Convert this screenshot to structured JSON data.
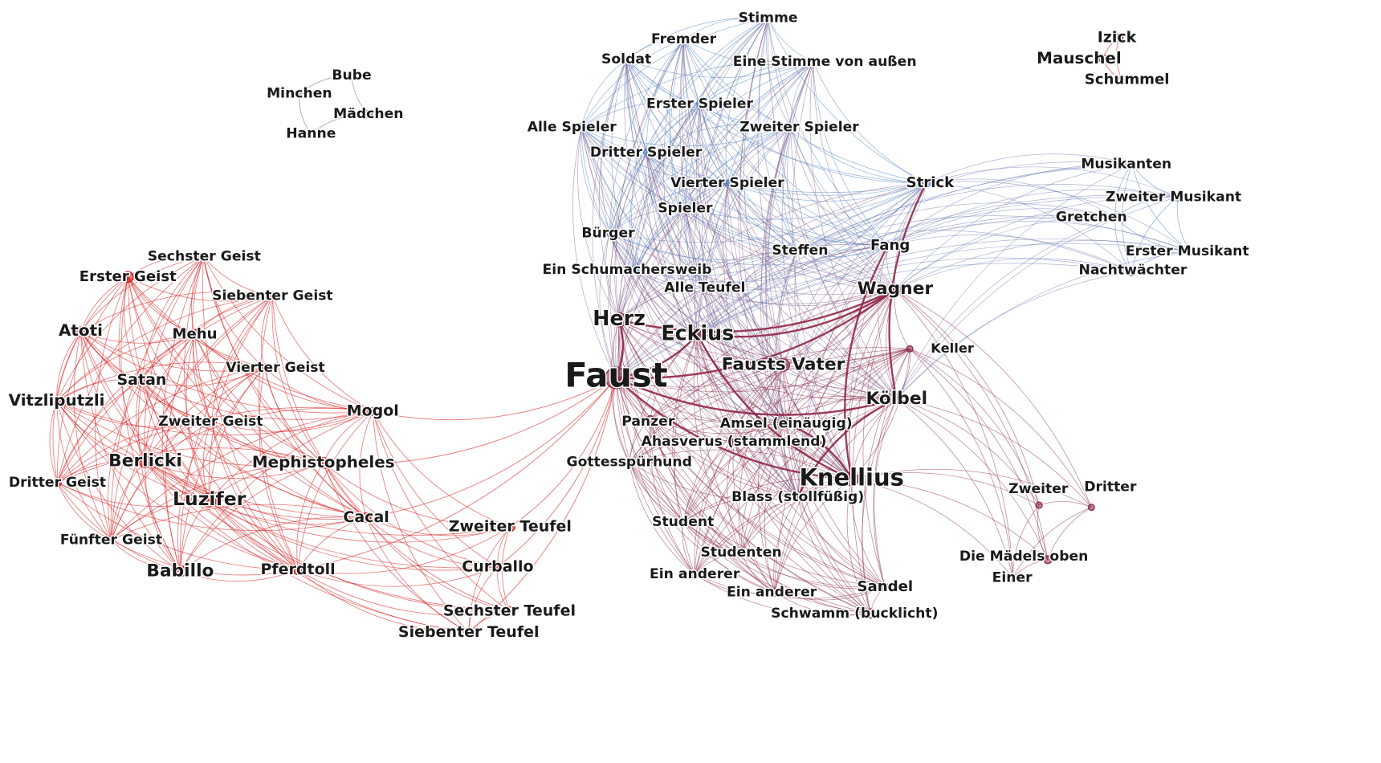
{
  "colors": {
    "red": "#d71c1c",
    "blue": "#5a86c4",
    "mixed": "#8a2a4a",
    "violet": "#7a6aa8",
    "maroon": "#8e2f4f"
  },
  "nodes": [
    {
      "id": "faust",
      "label": "Faust",
      "group": "maroon"
    },
    {
      "id": "herz",
      "label": "Herz",
      "group": "maroon"
    },
    {
      "id": "eckius",
      "label": "Eckius",
      "group": "maroon"
    },
    {
      "id": "fausts_vater",
      "label": "Fausts Vater",
      "group": "maroon"
    },
    {
      "id": "wagner",
      "label": "Wagner",
      "group": "maroon"
    },
    {
      "id": "koelbel",
      "label": "Kölbel",
      "group": "maroon"
    },
    {
      "id": "knellius",
      "label": "Knellius",
      "group": "maroon"
    },
    {
      "id": "keller",
      "label": "Keller",
      "group": "maroon"
    },
    {
      "id": "panzer",
      "label": "Panzer",
      "group": "maroon"
    },
    {
      "id": "amsel",
      "label": "Amsel (einäugig)",
      "group": "maroon"
    },
    {
      "id": "ahasverus",
      "label": "Ahasverus (stammlend)",
      "group": "maroon"
    },
    {
      "id": "gottesspuerhund",
      "label": "Gottesspürhund",
      "group": "maroon"
    },
    {
      "id": "blass",
      "label": "Blass (stollfüßig)",
      "group": "maroon"
    },
    {
      "id": "student",
      "label": "Student",
      "group": "maroon"
    },
    {
      "id": "studenten",
      "label": "Studenten",
      "group": "maroon"
    },
    {
      "id": "ein_anderer1",
      "label": "Ein anderer",
      "group": "maroon"
    },
    {
      "id": "ein_anderer2",
      "label": "Ein anderer",
      "group": "maroon"
    },
    {
      "id": "sandel",
      "label": "Sandel",
      "group": "maroon"
    },
    {
      "id": "schwamm",
      "label": "Schwamm (bucklicht)",
      "group": "maroon"
    },
    {
      "id": "dritter",
      "label": "Dritter",
      "group": "maroon"
    },
    {
      "id": "zweiter",
      "label": "Zweiter",
      "group": "maroon"
    },
    {
      "id": "maedels",
      "label": "Die Mädels oben",
      "group": "maroon"
    },
    {
      "id": "einer",
      "label": "Einer",
      "group": "maroon"
    },
    {
      "id": "stimme",
      "label": "Stimme",
      "group": "blue"
    },
    {
      "id": "fremder",
      "label": "Fremder",
      "group": "blue"
    },
    {
      "id": "soldat",
      "label": "Soldat",
      "group": "blue"
    },
    {
      "id": "eine_stimme",
      "label": "Eine Stimme von außen",
      "group": "blue"
    },
    {
      "id": "erster_spieler",
      "label": "Erster Spieler",
      "group": "blue"
    },
    {
      "id": "alle_spieler",
      "label": "Alle Spieler",
      "group": "blue"
    },
    {
      "id": "zweiter_spieler",
      "label": "Zweiter Spieler",
      "group": "blue"
    },
    {
      "id": "dritter_spieler",
      "label": "Dritter Spieler",
      "group": "blue"
    },
    {
      "id": "vierter_spieler",
      "label": "Vierter Spieler",
      "group": "blue"
    },
    {
      "id": "spieler",
      "label": "Spieler",
      "group": "blue"
    },
    {
      "id": "buerger",
      "label": "Bürger",
      "group": "blue"
    },
    {
      "id": "schumachersweib",
      "label": "Ein Schumachersweib",
      "group": "blue"
    },
    {
      "id": "alle_teufel",
      "label": "Alle Teufel",
      "group": "blue"
    },
    {
      "id": "steffen",
      "label": "Steffen",
      "group": "blue"
    },
    {
      "id": "fang",
      "label": "Fang",
      "group": "blue"
    },
    {
      "id": "strick",
      "label": "Strick",
      "group": "blue"
    },
    {
      "id": "musikanten",
      "label": "Musikanten",
      "group": "blue"
    },
    {
      "id": "zweiter_musikant",
      "label": "Zweiter Musikant",
      "group": "blue"
    },
    {
      "id": "gretchen",
      "label": "Gretchen",
      "group": "blue"
    },
    {
      "id": "erster_musikant",
      "label": "Erster Musikant",
      "group": "blue"
    },
    {
      "id": "nachtwaechter",
      "label": "Nachtwächter",
      "group": "blue"
    },
    {
      "id": "izick",
      "label": "Izick",
      "group": "maroon"
    },
    {
      "id": "mauschel",
      "label": "Mauschel",
      "group": "maroon"
    },
    {
      "id": "schummel",
      "label": "Schummel",
      "group": "maroon"
    },
    {
      "id": "bube",
      "label": "Bube",
      "group": "violet"
    },
    {
      "id": "minchen",
      "label": "Minchen",
      "group": "violet"
    },
    {
      "id": "maedchen",
      "label": "Mädchen",
      "group": "violet"
    },
    {
      "id": "hanne",
      "label": "Hanne",
      "group": "violet"
    },
    {
      "id": "sechster_geist",
      "label": "Sechster Geist",
      "group": "red"
    },
    {
      "id": "erster_geist",
      "label": "Erster Geist",
      "group": "red"
    },
    {
      "id": "siebenter_geist",
      "label": "Siebenter Geist",
      "group": "red"
    },
    {
      "id": "atoti",
      "label": "Atoti",
      "group": "red"
    },
    {
      "id": "mehu",
      "label": "Mehu",
      "group": "red"
    },
    {
      "id": "satan",
      "label": "Satan",
      "group": "red"
    },
    {
      "id": "vierter_geist",
      "label": "Vierter Geist",
      "group": "red"
    },
    {
      "id": "vitzliputzli",
      "label": "Vitzliputzli",
      "group": "red"
    },
    {
      "id": "zweiter_geist",
      "label": "Zweiter Geist",
      "group": "red"
    },
    {
      "id": "mogol",
      "label": "Mogol",
      "group": "red"
    },
    {
      "id": "berlicki",
      "label": "Berlicki",
      "group": "red"
    },
    {
      "id": "mephistopheles",
      "label": "Mephistopheles",
      "group": "red"
    },
    {
      "id": "dritter_geist",
      "label": "Dritter Geist",
      "group": "red"
    },
    {
      "id": "luzifer",
      "label": "Luzifer",
      "group": "red"
    },
    {
      "id": "cacal",
      "label": "Cacal",
      "group": "red"
    },
    {
      "id": "fuenfter_geist",
      "label": "Fünfter Geist",
      "group": "red"
    },
    {
      "id": "zweiter_teufel",
      "label": "Zweiter Teufel",
      "group": "red"
    },
    {
      "id": "babillo",
      "label": "Babillo",
      "group": "red"
    },
    {
      "id": "pferdtoll",
      "label": "Pferdtoll",
      "group": "red"
    },
    {
      "id": "curballo",
      "label": "Curballo",
      "group": "red"
    },
    {
      "id": "sechster_teufel",
      "label": "Sechster Teufel",
      "group": "red"
    },
    {
      "id": "siebenter_teufel",
      "label": "Siebenter Teufel",
      "group": "red"
    }
  ]
}
